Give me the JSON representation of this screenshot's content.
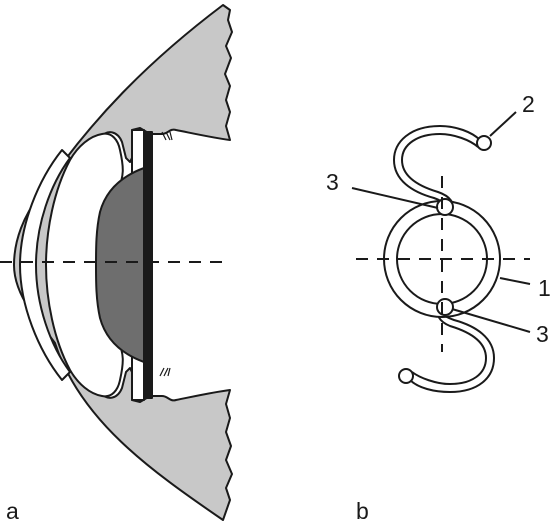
{
  "panels": [
    {
      "id": "a",
      "label": "a"
    },
    {
      "id": "b",
      "label": "b"
    }
  ],
  "callouts": {
    "one": "1",
    "two": "2",
    "three_upper": "3",
    "three_lower": "3"
  },
  "colors": {
    "tissue": "#c8c8c8",
    "lens": "#6e6e6e",
    "outline": "#1a1a1a",
    "background": "#ffffff"
  }
}
